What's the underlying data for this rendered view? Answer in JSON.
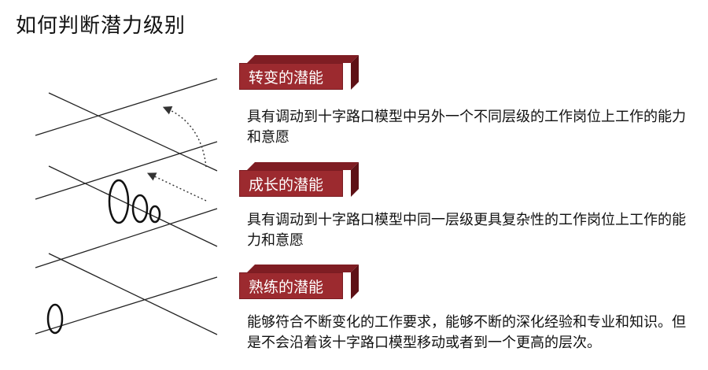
{
  "title": "如何判断潜力级别",
  "levels": [
    {
      "label": "转变的潜能",
      "desc": "具有调动到十字路口模型中另外一个不同层级的工作岗位上工作的能力和意愿"
    },
    {
      "label": "成长的潜能",
      "desc": "具有调动到十字路口模型中同一层级更具复杂性的工作岗位上工作的能力和意愿"
    },
    {
      "label": "熟练的潜能",
      "desc": "能够符合不断变化的工作要求，能够不断的深化经验和专业和知识。但是不会沿着该十字路口模型移动或者到一个更高的层次。"
    }
  ],
  "colors": {
    "box": "#9c2a2f",
    "box_dark": "#7f1d23",
    "box_side": "#5e1116",
    "line": "#222222"
  }
}
